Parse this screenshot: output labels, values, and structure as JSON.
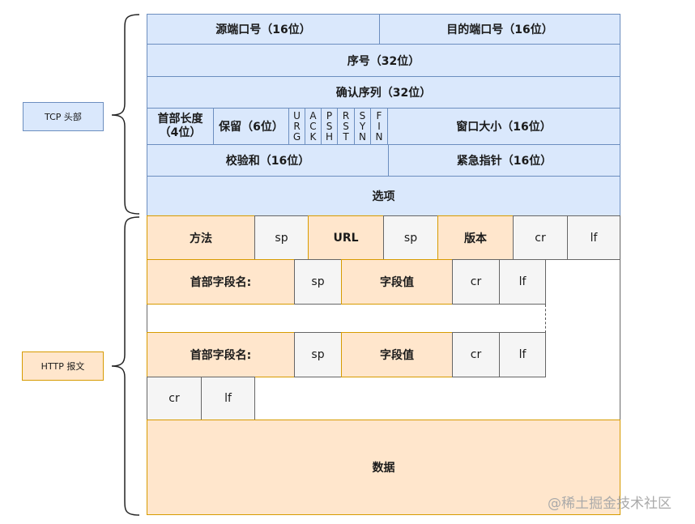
{
  "tcp_header": {
    "label": "TCP 头部",
    "src_port": "源端口号（16位）",
    "dst_port": "目的端口号（16位）",
    "seq": "序号（32位）",
    "ack": "确认序列（32位）",
    "header_len": "首部长度\n（4位）",
    "reserved": "保留（6位）",
    "flags": [
      "U\nR\nG",
      "A\nC\nK",
      "P\nS\nH",
      "R\nS\nT",
      "S\nY\nN",
      "F\nI\nN"
    ],
    "window": "窗口大小（16位）",
    "checksum": "校验和（16位）",
    "urgent": "紧急指针（16位）",
    "options": "选项"
  },
  "http_message": {
    "label": "HTTP 报文",
    "request_line": [
      "方法",
      "sp",
      "URL",
      "sp",
      "版本",
      "cr",
      "lf"
    ],
    "header_line_1": [
      "首部字段名:",
      "sp",
      "字段值",
      "cr",
      "lf"
    ],
    "header_line_2": [
      "首部字段名:",
      "sp",
      "字段值",
      "cr",
      "lf"
    ],
    "end_line": [
      "cr",
      "lf"
    ],
    "body": "数据"
  },
  "watermark": "@稀土掘金技术社区",
  "colors": {
    "blue_fill": "#dae8fc",
    "blue_stroke": "#6c8ebf",
    "orange_fill": "#ffe6cc",
    "orange_stroke": "#d79b00",
    "gray_fill": "#f5f5f5",
    "gray_stroke": "#666666"
  }
}
